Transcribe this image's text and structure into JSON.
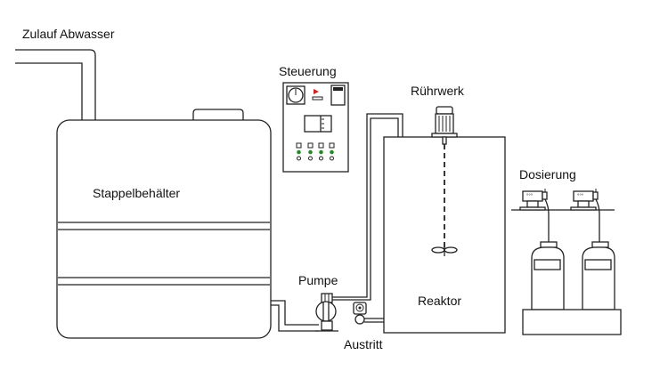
{
  "diagram": {
    "title": "Abwasserbehandlungsanlage",
    "labels": {
      "inlet": "Zulauf Abwasser",
      "storage_tank": "Stappelbehälter",
      "control": "Steuerung",
      "agitator": "Rührwerk",
      "reactor": "Reaktor",
      "dosing": "Dosierung",
      "pump": "Pumpe",
      "outlet": "Austritt"
    },
    "colors": {
      "line": "#222222",
      "indicator_red": "#cc2222",
      "indicator_green": "#2a8a2a",
      "background": "#ffffff"
    },
    "control_panel": {
      "indicator_count": 4
    },
    "dosing": {
      "canister_count": 2,
      "pump_count": 2
    }
  }
}
